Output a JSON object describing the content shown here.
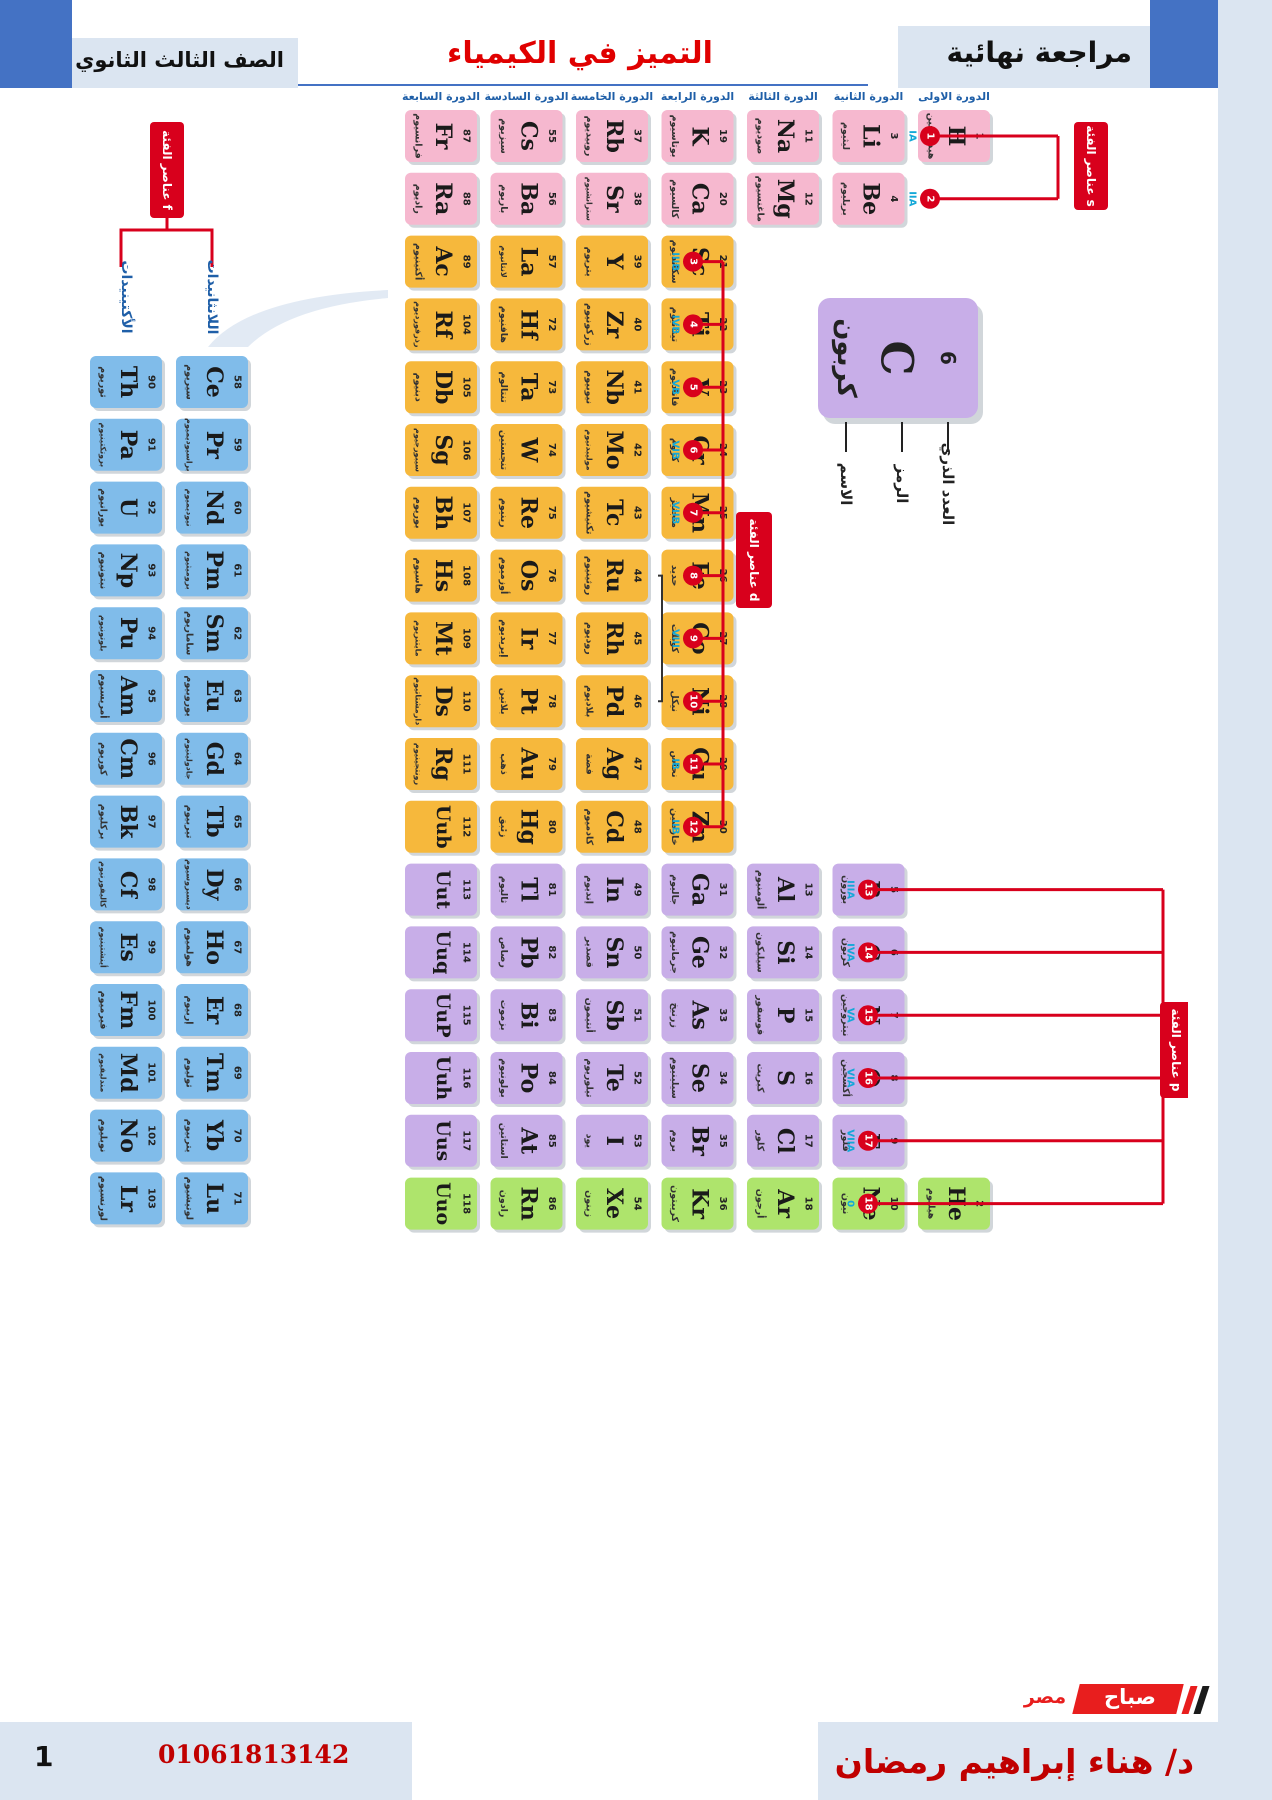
{
  "header": {
    "right_title": "مراجعة نهائية",
    "center_title": "التميز في الكيمياء",
    "left_title": "الصف الثالث الثانوي"
  },
  "footer": {
    "page_number": "1",
    "phone": "01061813142",
    "author": "د/ هناء إبراهيم رمضان",
    "logo_word_1": "صباح",
    "logo_word_2": "مصر"
  },
  "colors": {
    "s_block": "#f6b8cf",
    "d_block": "#f6b83c",
    "p_block": "#c8aee8",
    "noble": "#aee46c",
    "f_block": "#80bcea",
    "connector": "#d8001c",
    "group_label": "#13a8d8",
    "band": "#dbe5f1",
    "accent_blue": "#4472c4"
  },
  "periods": [
    "الدورة الأولى",
    "الدورة الثانية",
    "الدورة الثالثة",
    "الدورة الرابعة",
    "الدورة الخامسة",
    "الدورة السادسة",
    "الدورة السابعة"
  ],
  "block_labels": {
    "s": "عناصر الفئة s",
    "d": "عناصر الفئة d",
    "p": "عناصر الفئة p",
    "f": "عناصر الفئة f",
    "lanthanides": "اللانثانيدات",
    "actinides": "الأكتينيدات"
  },
  "legend": {
    "number": "6",
    "symbol": "C",
    "name": "كربون",
    "label_number": "العدد الذري",
    "label_symbol": "الرمز",
    "label_name": "الاسم"
  },
  "groups": {
    "s": [
      {
        "num": "1",
        "label": "IA"
      },
      {
        "num": "2",
        "label": "IIA"
      }
    ],
    "d": [
      {
        "num": "3",
        "label": "IIIB"
      },
      {
        "num": "4",
        "label": "IVB"
      },
      {
        "num": "5",
        "label": "VB"
      },
      {
        "num": "6",
        "label": "VIB"
      },
      {
        "num": "7",
        "label": "VIIB"
      },
      {
        "num": "8",
        "label": ""
      },
      {
        "num": "9",
        "label": "VIII"
      },
      {
        "num": "10",
        "label": ""
      },
      {
        "num": "11",
        "label": "IB"
      },
      {
        "num": "12",
        "label": "IIB"
      }
    ],
    "p": [
      {
        "num": "13",
        "label": "IIIA"
      },
      {
        "num": "14",
        "label": "IVA"
      },
      {
        "num": "15",
        "label": "VA"
      },
      {
        "num": "16",
        "label": "VIA"
      },
      {
        "num": "17",
        "label": "VIIA"
      },
      {
        "num": "18",
        "label": "0"
      }
    ]
  },
  "rows": [
    {
      "row": 0,
      "cells": [
        {
          "p": 1,
          "n": "1",
          "s": "H",
          "a": "هيدروجين",
          "t": "s"
        },
        {
          "p": 2,
          "n": "3",
          "s": "Li",
          "a": "ليثيوم",
          "t": "s"
        },
        {
          "p": 3,
          "n": "11",
          "s": "Na",
          "a": "صوديوم",
          "t": "s"
        },
        {
          "p": 4,
          "n": "19",
          "s": "K",
          "a": "بوتاسيوم",
          "t": "s"
        },
        {
          "p": 5,
          "n": "37",
          "s": "Rb",
          "a": "روبيديوم",
          "t": "s"
        },
        {
          "p": 6,
          "n": "55",
          "s": "Cs",
          "a": "سيزيوم",
          "t": "s"
        },
        {
          "p": 7,
          "n": "87",
          "s": "Fr",
          "a": "فرانسيوم",
          "t": "s"
        }
      ]
    },
    {
      "row": 1,
      "cells": [
        {
          "p": 2,
          "n": "4",
          "s": "Be",
          "a": "بريليوم",
          "t": "s"
        },
        {
          "p": 3,
          "n": "12",
          "s": "Mg",
          "a": "ماغنسيوم",
          "t": "s"
        },
        {
          "p": 4,
          "n": "20",
          "s": "Ca",
          "a": "كالسيوم",
          "t": "s"
        },
        {
          "p": 5,
          "n": "38",
          "s": "Sr",
          "a": "سترانشيوم",
          "t": "s"
        },
        {
          "p": 6,
          "n": "56",
          "s": "Ba",
          "a": "باريوم",
          "t": "s"
        },
        {
          "p": 7,
          "n": "88",
          "s": "Ra",
          "a": "راديوم",
          "t": "s"
        }
      ]
    },
    {
      "row": 2,
      "cells": [
        {
          "p": 4,
          "n": "21",
          "s": "Sc",
          "a": "سكانديوم",
          "t": "d"
        },
        {
          "p": 5,
          "n": "39",
          "s": "Y",
          "a": "يتريوم",
          "t": "d"
        },
        {
          "p": 6,
          "n": "57",
          "s": "La",
          "a": "لانثانيوم",
          "t": "d"
        },
        {
          "p": 7,
          "n": "89",
          "s": "Ac",
          "a": "أكتينيوم",
          "t": "d"
        }
      ]
    },
    {
      "row": 3,
      "cells": [
        {
          "p": 4,
          "n": "22",
          "s": "Ti",
          "a": "تيتانيوم",
          "t": "d"
        },
        {
          "p": 5,
          "n": "40",
          "s": "Zr",
          "a": "زركونيوم",
          "t": "d"
        },
        {
          "p": 6,
          "n": "72",
          "s": "Hf",
          "a": "هافنيوم",
          "t": "d"
        },
        {
          "p": 7,
          "n": "104",
          "s": "Rf",
          "a": "رذرفورديوم",
          "t": "d"
        }
      ]
    },
    {
      "row": 4,
      "cells": [
        {
          "p": 4,
          "n": "23",
          "s": "V",
          "a": "فاناديوم",
          "t": "d"
        },
        {
          "p": 5,
          "n": "41",
          "s": "Nb",
          "a": "نيوبيوم",
          "t": "d"
        },
        {
          "p": 6,
          "n": "73",
          "s": "Ta",
          "a": "تنتالوم",
          "t": "d"
        },
        {
          "p": 7,
          "n": "105",
          "s": "Db",
          "a": "دبنيوم",
          "t": "d"
        }
      ]
    },
    {
      "row": 5,
      "cells": [
        {
          "p": 4,
          "n": "24",
          "s": "Cr",
          "a": "كروم",
          "t": "d"
        },
        {
          "p": 5,
          "n": "42",
          "s": "Mo",
          "a": "موليبدنيوم",
          "t": "d"
        },
        {
          "p": 6,
          "n": "74",
          "s": "W",
          "a": "تنجستين",
          "t": "d"
        },
        {
          "p": 7,
          "n": "106",
          "s": "Sg",
          "a": "سيبورجيوم",
          "t": "d"
        }
      ]
    },
    {
      "row": 6,
      "cells": [
        {
          "p": 4,
          "n": "25",
          "s": "Mn",
          "a": "منجنيز",
          "t": "d"
        },
        {
          "p": 5,
          "n": "43",
          "s": "Tc",
          "a": "تكنيشيوم",
          "t": "d"
        },
        {
          "p": 6,
          "n": "75",
          "s": "Re",
          "a": "رينيوم",
          "t": "d"
        },
        {
          "p": 7,
          "n": "107",
          "s": "Bh",
          "a": "بوريوم",
          "t": "d"
        }
      ]
    },
    {
      "row": 7,
      "cells": [
        {
          "p": 4,
          "n": "26",
          "s": "Fe",
          "a": "حديد",
          "t": "d"
        },
        {
          "p": 5,
          "n": "44",
          "s": "Ru",
          "a": "روثينيوم",
          "t": "d"
        },
        {
          "p": 6,
          "n": "76",
          "s": "Os",
          "a": "أوزميوم",
          "t": "d"
        },
        {
          "p": 7,
          "n": "108",
          "s": "Hs",
          "a": "هاسيوم",
          "t": "d"
        }
      ]
    },
    {
      "row": 8,
      "cells": [
        {
          "p": 4,
          "n": "27",
          "s": "Co",
          "a": "كوبلت",
          "t": "d"
        },
        {
          "p": 5,
          "n": "45",
          "s": "Rh",
          "a": "روديوم",
          "t": "d"
        },
        {
          "p": 6,
          "n": "77",
          "s": "Ir",
          "a": "إيريديوم",
          "t": "d"
        },
        {
          "p": 7,
          "n": "109",
          "s": "Mt",
          "a": "مايتنريوم",
          "t": "d"
        }
      ]
    },
    {
      "row": 9,
      "cells": [
        {
          "p": 4,
          "n": "28",
          "s": "Ni",
          "a": "نيكل",
          "t": "d"
        },
        {
          "p": 5,
          "n": "46",
          "s": "Pd",
          "a": "بلاديوم",
          "t": "d"
        },
        {
          "p": 6,
          "n": "78",
          "s": "Pt",
          "a": "بلاتين",
          "t": "d"
        },
        {
          "p": 7,
          "n": "110",
          "s": "Ds",
          "a": "دارمشتاتيوم",
          "t": "d"
        }
      ]
    },
    {
      "row": 10,
      "cells": [
        {
          "p": 4,
          "n": "29",
          "s": "Cu",
          "a": "نحاس",
          "t": "d"
        },
        {
          "p": 5,
          "n": "47",
          "s": "Ag",
          "a": "فضة",
          "t": "d"
        },
        {
          "p": 6,
          "n": "79",
          "s": "Au",
          "a": "ذهب",
          "t": "d"
        },
        {
          "p": 7,
          "n": "111",
          "s": "Rg",
          "a": "رونتجينيوم",
          "t": "d"
        }
      ]
    },
    {
      "row": 11,
      "cells": [
        {
          "p": 4,
          "n": "30",
          "s": "Zn",
          "a": "خارصين",
          "t": "d"
        },
        {
          "p": 5,
          "n": "48",
          "s": "Cd",
          "a": "كادميوم",
          "t": "d"
        },
        {
          "p": 6,
          "n": "80",
          "s": "Hg",
          "a": "زئبق",
          "t": "d"
        },
        {
          "p": 7,
          "n": "112",
          "s": "Uub",
          "a": "",
          "t": "d"
        }
      ]
    },
    {
      "row": 12,
      "cells": [
        {
          "p": 2,
          "n": "5",
          "s": "B",
          "a": "بورون",
          "t": "p"
        },
        {
          "p": 3,
          "n": "13",
          "s": "Al",
          "a": "ألومنيوم",
          "t": "p"
        },
        {
          "p": 4,
          "n": "31",
          "s": "Ga",
          "a": "جاليوم",
          "t": "p"
        },
        {
          "p": 5,
          "n": "49",
          "s": "In",
          "a": "إنديوم",
          "t": "p"
        },
        {
          "p": 6,
          "n": "81",
          "s": "Tl",
          "a": "ثاليوم",
          "t": "p"
        },
        {
          "p": 7,
          "n": "113",
          "s": "Uut",
          "a": "",
          "t": "p"
        }
      ]
    },
    {
      "row": 13,
      "cells": [
        {
          "p": 2,
          "n": "6",
          "s": "C",
          "a": "كربون",
          "t": "p"
        },
        {
          "p": 3,
          "n": "14",
          "s": "Si",
          "a": "سيليكون",
          "t": "p"
        },
        {
          "p": 4,
          "n": "32",
          "s": "Ge",
          "a": "جرمانيوم",
          "t": "p"
        },
        {
          "p": 5,
          "n": "50",
          "s": "Sn",
          "a": "قصدير",
          "t": "p"
        },
        {
          "p": 6,
          "n": "82",
          "s": "Pb",
          "a": "رصاص",
          "t": "p"
        },
        {
          "p": 7,
          "n": "114",
          "s": "Uuq",
          "a": "",
          "t": "p"
        }
      ]
    },
    {
      "row": 14,
      "cells": [
        {
          "p": 2,
          "n": "7",
          "s": "N",
          "a": "نيتروجين",
          "t": "p"
        },
        {
          "p": 3,
          "n": "15",
          "s": "P",
          "a": "فوسفور",
          "t": "p"
        },
        {
          "p": 4,
          "n": "33",
          "s": "As",
          "a": "زرنيخ",
          "t": "p"
        },
        {
          "p": 5,
          "n": "51",
          "s": "Sb",
          "a": "أنتيمون",
          "t": "p"
        },
        {
          "p": 6,
          "n": "83",
          "s": "Bi",
          "a": "بزموت",
          "t": "p"
        },
        {
          "p": 7,
          "n": "115",
          "s": "UuP",
          "a": "",
          "t": "p"
        }
      ]
    },
    {
      "row": 15,
      "cells": [
        {
          "p": 2,
          "n": "8",
          "s": "O",
          "a": "أكسجين",
          "t": "p"
        },
        {
          "p": 3,
          "n": "16",
          "s": "S",
          "a": "كبريت",
          "t": "p"
        },
        {
          "p": 4,
          "n": "34",
          "s": "Se",
          "a": "سيلينيوم",
          "t": "p"
        },
        {
          "p": 5,
          "n": "52",
          "s": "Te",
          "a": "تيلوريوم",
          "t": "p"
        },
        {
          "p": 6,
          "n": "84",
          "s": "Po",
          "a": "بولونيوم",
          "t": "p"
        },
        {
          "p": 7,
          "n": "116",
          "s": "Uuh",
          "a": "",
          "t": "p"
        }
      ]
    },
    {
      "row": 16,
      "cells": [
        {
          "p": 2,
          "n": "9",
          "s": "F",
          "a": "فلور",
          "t": "p"
        },
        {
          "p": 3,
          "n": "17",
          "s": "Cl",
          "a": "كلور",
          "t": "p"
        },
        {
          "p": 4,
          "n": "35",
          "s": "Br",
          "a": "بروم",
          "t": "p"
        },
        {
          "p": 5,
          "n": "53",
          "s": "I",
          "a": "يود",
          "t": "p"
        },
        {
          "p": 6,
          "n": "85",
          "s": "At",
          "a": "استاتين",
          "t": "p"
        },
        {
          "p": 7,
          "n": "117",
          "s": "Uus",
          "a": "",
          "t": "p"
        }
      ]
    },
    {
      "row": 17,
      "cells": [
        {
          "p": 1,
          "n": "2",
          "s": "He",
          "a": "هيليوم",
          "t": "g"
        },
        {
          "p": 2,
          "n": "10",
          "s": "Ne",
          "a": "نيون",
          "t": "g"
        },
        {
          "p": 3,
          "n": "18",
          "s": "Ar",
          "a": "أرجون",
          "t": "g"
        },
        {
          "p": 4,
          "n": "36",
          "s": "Kr",
          "a": "كريبتون",
          "t": "g"
        },
        {
          "p": 5,
          "n": "54",
          "s": "Xe",
          "a": "زينون",
          "t": "g"
        },
        {
          "p": 6,
          "n": "86",
          "s": "Rn",
          "a": "رادون",
          "t": "g"
        },
        {
          "p": 7,
          "n": "118",
          "s": "Uuo",
          "a": "",
          "t": "g"
        }
      ]
    }
  ],
  "lanthanides": [
    {
      "n": "58",
      "s": "Ce",
      "a": "سيريوم"
    },
    {
      "n": "59",
      "s": "Pr",
      "a": "براسيوديميوم"
    },
    {
      "n": "60",
      "s": "Nd",
      "a": "نيوديميوم"
    },
    {
      "n": "61",
      "s": "Pm",
      "a": "بروميثيوم"
    },
    {
      "n": "62",
      "s": "Sm",
      "a": "ساماريوم"
    },
    {
      "n": "63",
      "s": "Eu",
      "a": "يوروبيوم"
    },
    {
      "n": "64",
      "s": "Gd",
      "a": "جادولينيوم"
    },
    {
      "n": "65",
      "s": "Tb",
      "a": "تيربيوم"
    },
    {
      "n": "66",
      "s": "Dy",
      "a": "ديسبروسيوم"
    },
    {
      "n": "67",
      "s": "Ho",
      "a": "هولميوم"
    },
    {
      "n": "68",
      "s": "Er",
      "a": "إربيوم"
    },
    {
      "n": "69",
      "s": "Tm",
      "a": "ثوليوم"
    },
    {
      "n": "70",
      "s": "Yb",
      "a": "يتربيوم"
    },
    {
      "n": "71",
      "s": "Lu",
      "a": "لوتيشيوم"
    }
  ],
  "actinides": [
    {
      "n": "90",
      "s": "Th",
      "a": "ثوريوم"
    },
    {
      "n": "91",
      "s": "Pa",
      "a": "بروتكتينيوم"
    },
    {
      "n": "92",
      "s": "U",
      "a": "يورانيوم"
    },
    {
      "n": "93",
      "s": "Np",
      "a": "نبتونيوم"
    },
    {
      "n": "94",
      "s": "Pu",
      "a": "بلوتونيوم"
    },
    {
      "n": "95",
      "s": "Am",
      "a": "أمريسيوم"
    },
    {
      "n": "96",
      "s": "Cm",
      "a": "كوريوم"
    },
    {
      "n": "97",
      "s": "Bk",
      "a": "بركليوم"
    },
    {
      "n": "98",
      "s": "Cf",
      "a": "كاليفورنيوم"
    },
    {
      "n": "99",
      "s": "Es",
      "a": "أينشتينيوم"
    },
    {
      "n": "100",
      "s": "Fm",
      "a": "فيرميوم"
    },
    {
      "n": "101",
      "s": "Md",
      "a": "مندليفيوم"
    },
    {
      "n": "102",
      "s": "No",
      "a": "نوبليوم"
    },
    {
      "n": "103",
      "s": "Lr",
      "a": "لورنسيوم"
    }
  ]
}
